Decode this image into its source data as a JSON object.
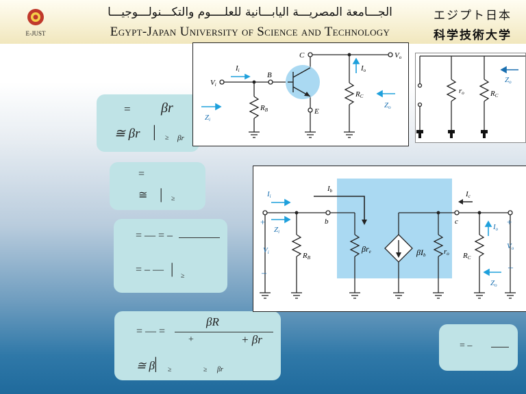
{
  "header": {
    "logo_label": "E-JUST",
    "arabic_name": "الجـــامعة المصريـــة اليابـــانية للعلــــوم والتكـــنولـــوجيـــا",
    "english_name": "Egypt-Japan University of Science and Technology",
    "japanese_line1": "エジプト日本",
    "japanese_line2": "科学技術大学"
  },
  "eq_box1": {
    "line1_eq": "=",
    "line1_expr": "βr",
    "line2_eq": "≅ βr",
    "line2_bar": "|",
    "line2_cond": "≥",
    "line2_cond_expr": "βr"
  },
  "eq_box2": {
    "line1_eq": "=",
    "line2_eq": "≅",
    "line2_bar": "|",
    "line2_cond": "≥"
  },
  "eq_box3": {
    "line1": "= — = –",
    "line2": "= – —",
    "line2_bar": "|",
    "line2_cond": "≥"
  },
  "eq_box4": {
    "line1_eq": "= — =",
    "numerator": "βR",
    "den_plus1": "+",
    "den_plus2": "+ βr",
    "line2_eq": "≅ β",
    "line2_bar": "|",
    "cond1": "≥",
    "cond2": "≥",
    "cond2_expr": "βr"
  },
  "eq_box5": {
    "text": "= –"
  },
  "circuit1": {
    "Ii": "I",
    "Ii_sub": "i",
    "Vi": "V",
    "Vi_sub": "i",
    "B": "B",
    "C": "C",
    "E": "E",
    "Vo": "V",
    "Vo_sub": "o",
    "Io": "I",
    "Io_sub": "o",
    "RB": "R",
    "RB_sub": "B",
    "RC": "R",
    "RC_sub": "C",
    "Zi": "Z",
    "Zi_sub": "i",
    "Zo": "Z",
    "Zo_sub": "o"
  },
  "circuit2": {
    "ro": "r",
    "ro_sub": "o",
    "RC": "R",
    "RC_sub": "C",
    "Zo": "Z",
    "Zo_sub": "o"
  },
  "circuit3": {
    "Ii": "I",
    "Ii_sub": "i",
    "Ib": "I",
    "Ib_sub": "b",
    "Ic": "I",
    "Ic_sub": "c",
    "b": "b",
    "c": "c",
    "Zi": "Z",
    "Zi_sub": "i",
    "Vi": "V",
    "Vi_sub": "i",
    "RB": "R",
    "RB_sub": "B",
    "bre": "βr",
    "bre_sub": "e",
    "bIb": "βI",
    "bIb_sub": "b",
    "ro": "r",
    "ro_sub": "o",
    "Io": "I",
    "Io_sub": "o",
    "RC": "R",
    "RC_sub": "C",
    "Vo": "V",
    "Vo_sub": "o",
    "Zo": "Z",
    "Zo_sub": "o",
    "plus": "+",
    "minus": "–"
  },
  "colors": {
    "accent_blue": "#1ea0dc",
    "highlight": "#aad9f2",
    "box": "#bfe3e6"
  }
}
